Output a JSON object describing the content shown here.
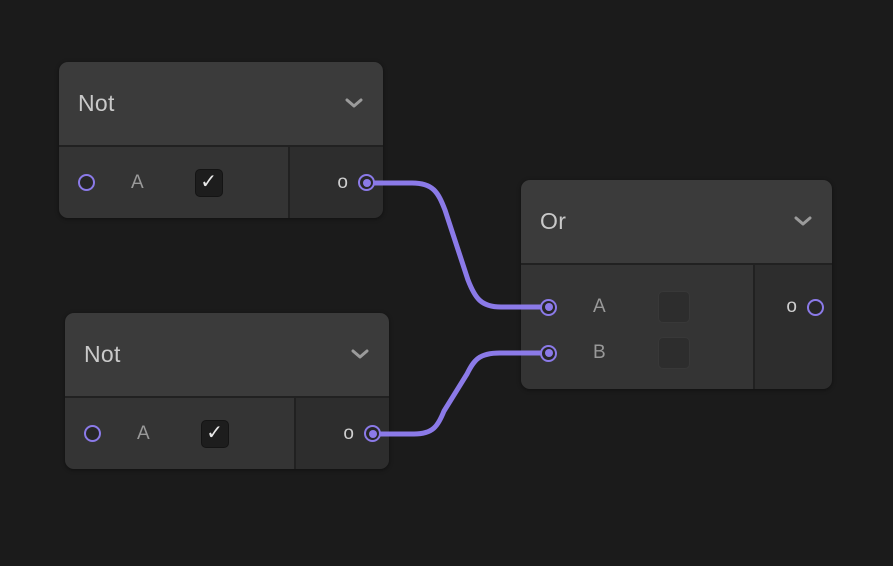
{
  "canvas": {
    "background_color": "#1b1b1b",
    "accent_color": "#8b7ae8"
  },
  "icons": {
    "checkmark": "✓",
    "header_collapse": "chevron-down-icon"
  },
  "nodes": [
    {
      "title": "Not",
      "inputs": [
        {
          "label": "A",
          "control": "checkbox",
          "checked": true,
          "connected": false
        }
      ],
      "outputs": [
        {
          "label": "o",
          "connected": true
        }
      ]
    },
    {
      "title": "Not",
      "inputs": [
        {
          "label": "A",
          "control": "checkbox",
          "checked": true,
          "connected": false
        }
      ],
      "outputs": [
        {
          "label": "o",
          "connected": true
        }
      ]
    },
    {
      "title": "Or",
      "inputs": [
        {
          "label": "A",
          "control": "value-box",
          "connected": true
        },
        {
          "label": "B",
          "control": "value-box",
          "connected": true
        }
      ],
      "outputs": [
        {
          "label": "o",
          "connected": false
        }
      ]
    }
  ],
  "wires": [
    {
      "from": "Not-1 output o",
      "to": "Or input A",
      "color": "#8b7ae8"
    },
    {
      "from": "Not-2 output o",
      "to": "Or input B",
      "color": "#8b7ae8"
    }
  ]
}
